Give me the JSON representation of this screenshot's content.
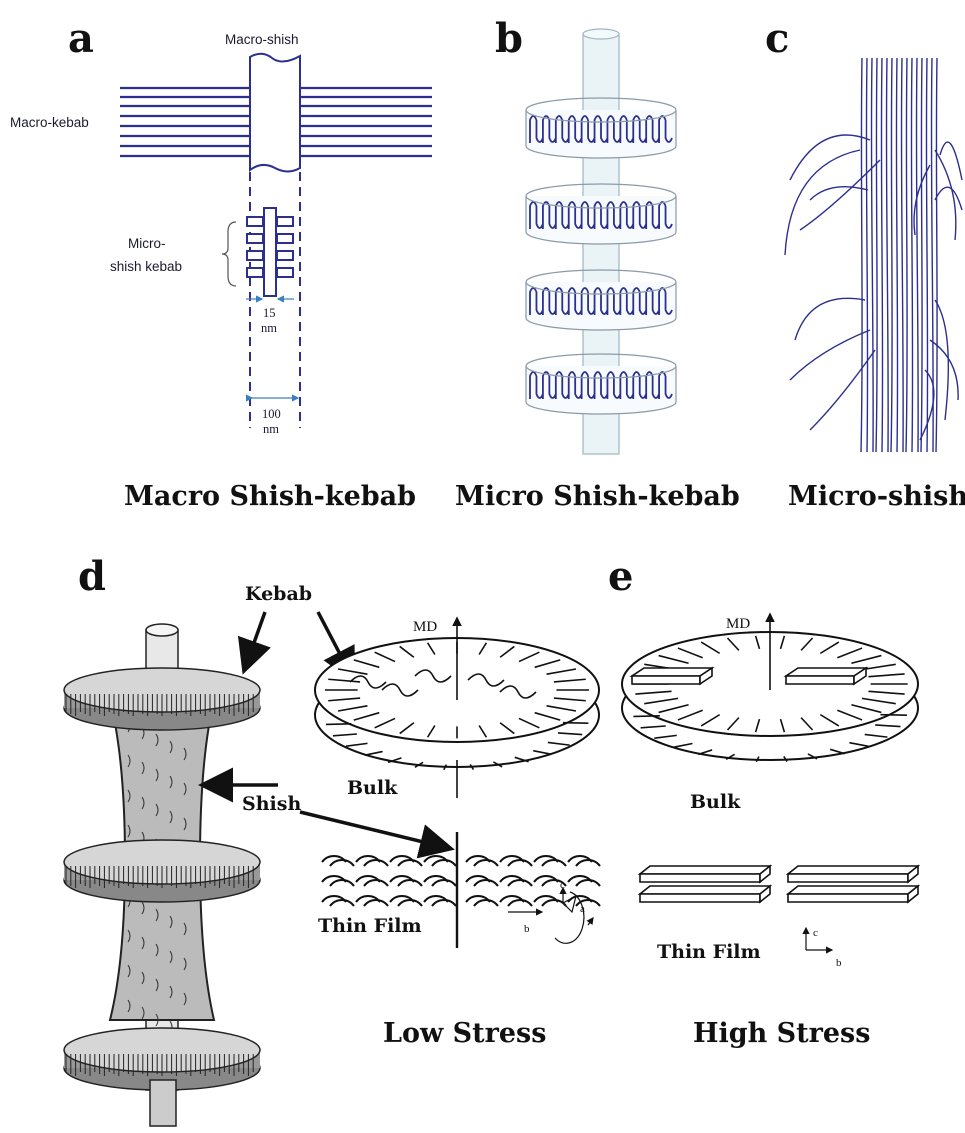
{
  "panels": {
    "a": {
      "letter": "a",
      "macro_shish": "Macro-shish",
      "macro_kebab": "Macro-kebab",
      "micro_1": "Micro-",
      "micro_2": "shish kebab",
      "dim15_1": "15",
      "dim15_2": "nm",
      "dim100_1": "100",
      "dim100_2": "nm",
      "caption": "Macro Shish-kebab"
    },
    "b": {
      "letter": "b",
      "caption": "Micro Shish-kebab"
    },
    "c": {
      "letter": "c",
      "caption": "Micro-shish"
    },
    "d": {
      "letter": "d",
      "kebab": "Kebab",
      "shish": "Shish",
      "md": "MD",
      "bulk": "Bulk",
      "thin_film": "Thin Film",
      "axis_c": "c",
      "axis_a": "a",
      "axis_b": "b",
      "caption": "Low Stress"
    },
    "e": {
      "letter": "e",
      "md": "MD",
      "bulk": "Bulk",
      "thin_film": "Thin Film",
      "axis_c": "c",
      "axis_b": "b",
      "caption": "High Stress"
    }
  },
  "colors": {
    "line_blue": "#2b2f8f",
    "black": "#111111"
  }
}
